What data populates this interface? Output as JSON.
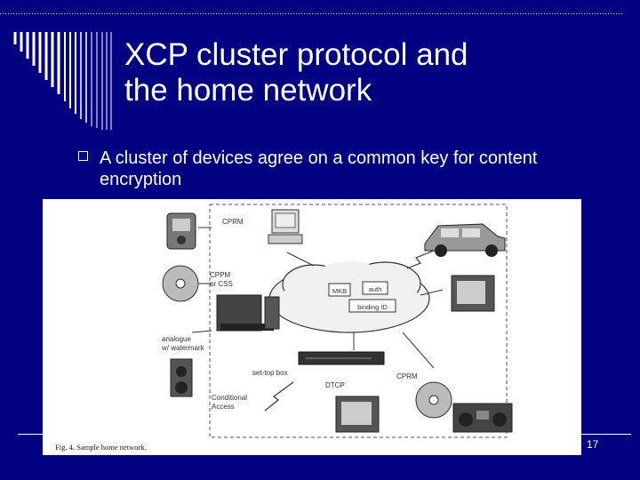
{
  "slide": {
    "title_line1": "XCP cluster protocol and",
    "title_line2": "the home network",
    "bullet": "A cluster of devices agree on a common key for content encryption",
    "page_number": "17"
  },
  "figure": {
    "caption": "Fig. 4.   Sample home network.",
    "labels": {
      "cprm_top": "CPRM",
      "cppm": "CPPM",
      "or_css": "or CSS",
      "analogue_1": "analogue",
      "analogue_2": "w/ watermark",
      "set_top_box": "set-top box",
      "conditional_1": "Conditional",
      "conditional_2": "Access",
      "dtcp": "DTCP",
      "cprm_bottom": "CPRM",
      "mkb": "MKB",
      "auth": "auth",
      "binding_id": "binding ID"
    }
  },
  "colors": {
    "background": "#000080",
    "text": "#ffffff"
  }
}
